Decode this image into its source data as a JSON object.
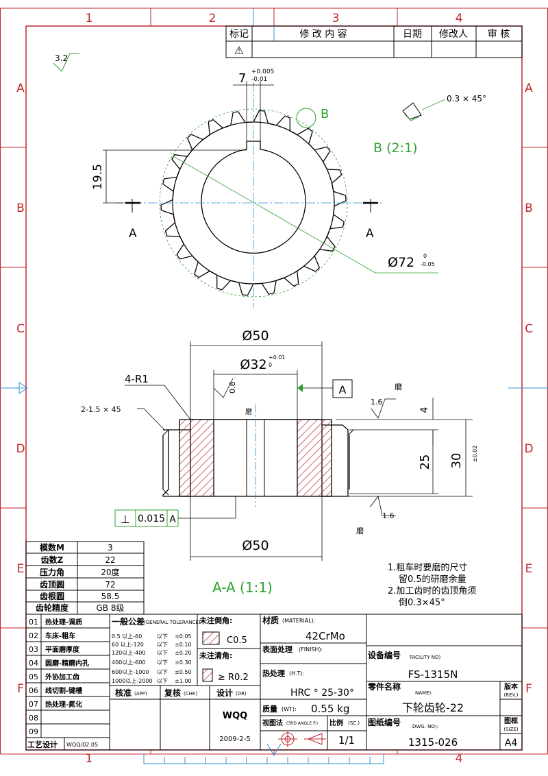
{
  "border": {
    "cols_top": [
      "1",
      "2",
      "3",
      "4"
    ],
    "cols_bottom": [
      "1",
      "4"
    ],
    "rows": [
      "A",
      "B",
      "C",
      "D",
      "E",
      "F"
    ]
  },
  "revision_table": {
    "headers": [
      "标记",
      "修 改 内 容",
      "日期",
      "修改人",
      "审 核"
    ],
    "first_mark": "⚠"
  },
  "surface_finish_general": "3.2",
  "gear_view": {
    "key_width": "7",
    "key_tol_upper": "+0.005",
    "key_tol_lower": "-0.01",
    "depth": "19.5",
    "section_label": "A",
    "detail_label": "B",
    "od": "Ø72",
    "od_tol_upper": "0",
    "od_tol_lower": "-0.05",
    "chamfer_note": "0.3 × 45°",
    "detail_scale": "B (2:1)"
  },
  "section_view": {
    "dim_od_top": "Ø50",
    "dim_bore": "Ø32",
    "bore_tol_upper": "+0.01",
    "bore_tol_lower": "0",
    "radius": "4-R1",
    "chamfer": "2-1.5 × 45",
    "roughness_bore": "0.8",
    "datum": "A",
    "roughness_face": "1.6",
    "grind_top": "磨",
    "grind_bottom": "磨",
    "grind_bore": "磨",
    "step": "4",
    "width": "25",
    "height": "30",
    "height_tol": "±0.02",
    "perp_symbol": "⊥",
    "perp_value": "0.015",
    "perp_datum": "A",
    "dim_od_bottom": "Ø50",
    "view_title": "A-A (1:1)"
  },
  "gear_params": [
    {
      "name": "模数M",
      "value": "3"
    },
    {
      "name": "齿数Z",
      "value": "22"
    },
    {
      "name": "压力角",
      "value": "20度"
    },
    {
      "name": "齿顶圆",
      "value": "72"
    },
    {
      "name": "齿根圆",
      "value": "58.5"
    },
    {
      "name": "齿轮精度",
      "value": "GB 8级"
    }
  ],
  "notes": [
    "1.粗车时要磨的尺寸",
    "留0.5的研磨余量",
    "2.加工齿时的齿顶角须",
    "倒0.3×45°"
  ],
  "process": [
    {
      "no": "01",
      "text": "热处理-调质"
    },
    {
      "no": "02",
      "text": "车床-粗车"
    },
    {
      "no": "03",
      "text": "平面磨厚度"
    },
    {
      "no": "04",
      "text": "圆磨-精磨内孔"
    },
    {
      "no": "05",
      "text": "外协加工齿"
    },
    {
      "no": "06",
      "text": "线切割-键槽"
    },
    {
      "no": "07",
      "text": "热处理-氮化"
    },
    {
      "no": "08",
      "text": ""
    },
    {
      "no": "09",
      "text": ""
    }
  ],
  "process_designer_label": "工艺设计",
  "process_designer": "WQQ/02.05",
  "tolerance": {
    "title": "一般公差",
    "title_en": "(GENERAL TOLERANCE)",
    "rows": [
      {
        "range": "0.5 以上-60",
        "tol": "±0.05"
      },
      {
        "range": "60 以上-120",
        "tol": "±0.10"
      },
      {
        "range": "120以上-400",
        "tol": "±0.20"
      },
      {
        "range": "400以上-600",
        "tol": "±0.30"
      },
      {
        "range": "600以上-1000",
        "tol": "±0.50"
      },
      {
        "range": "1000以上-2000",
        "tol": "±1.00"
      }
    ],
    "below": "以下"
  },
  "chamfer_block": {
    "label": "未注倒角:",
    "value": "C0.5"
  },
  "fillet_block": {
    "label": "未注清角:",
    "value": "≥ R0.2"
  },
  "material": {
    "label": "材质",
    "label_en": "(MATERIAL):",
    "value": "42CrMo"
  },
  "finish": {
    "label": "表面处理",
    "label_en": "(FINISH):"
  },
  "heat": {
    "label": "热处理",
    "label_en": "(H.T):",
    "value": "HRC ° 25-30°"
  },
  "mass": {
    "label": "质量",
    "label_en": "(WT):",
    "value": "0.55 kg"
  },
  "projection": {
    "label": "视图法",
    "label_en": "(3RD ANGLE P.)"
  },
  "scale": {
    "label": "比例",
    "label_en": "(SC.)",
    "value": "1/1"
  },
  "facility": {
    "label": "设备编号",
    "label_en": "FACILITY NO)",
    "value": "FS-1315N"
  },
  "part_name": {
    "label": "零件名称",
    "label_en": "NAME):",
    "value": "下轮齿轮-22"
  },
  "drawing_no": {
    "label": "图纸编号",
    "label_en": "DWG. NO):",
    "value": "1315-026"
  },
  "revision": {
    "label": "版本",
    "label_en": "(REV.)"
  },
  "size": {
    "label": "图框",
    "label_en": "(SIZE)",
    "value": "A4"
  },
  "approval": {
    "app": "核准",
    "app_en": "(APP)",
    "chk": "复核",
    "chk_en": "(CHK)",
    "dr": "设计",
    "dr_en": "(DR)",
    "designer": "WQQ",
    "date": "2009-2-5"
  },
  "colors": {
    "border_red": "#c0262b",
    "line": "#000000",
    "green": "#2ca02c",
    "blue": "#2f8fd0",
    "hatch": "#c0262b"
  }
}
